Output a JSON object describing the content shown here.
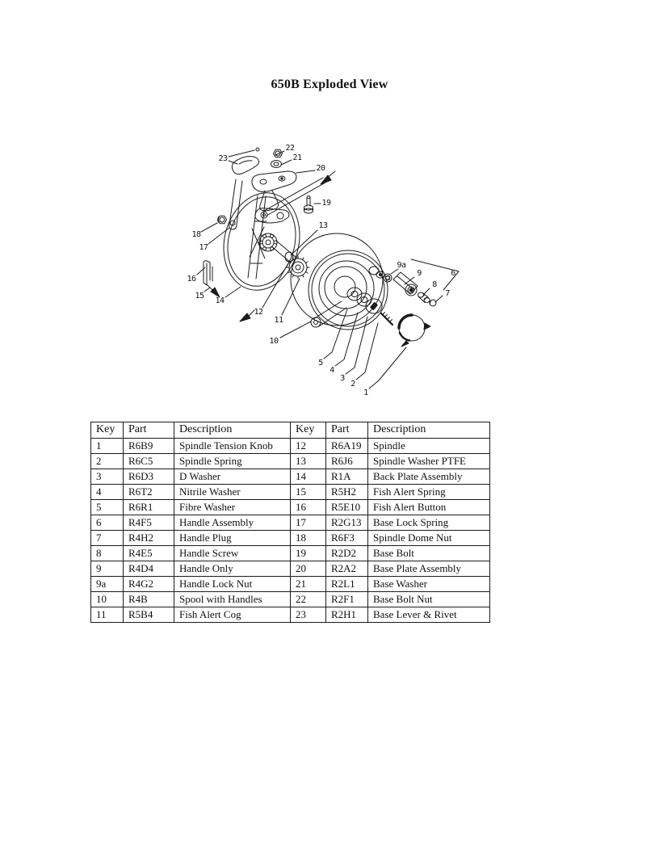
{
  "page": {
    "title": "650B Exploded View"
  },
  "diagram": {
    "description": "Exploded view line drawing of the 650B centrepin reel with numbered callouts",
    "callouts": [
      "1",
      "2",
      "3",
      "4",
      "5",
      "6",
      "7",
      "8",
      "9",
      "9a",
      "10",
      "11",
      "12",
      "13",
      "14",
      "15",
      "16",
      "17",
      "18",
      "19",
      "20",
      "21",
      "22",
      "23"
    ]
  },
  "table": {
    "headers": [
      "Key",
      "Part",
      "Description",
      "Key",
      "Part",
      "Description"
    ],
    "rows": [
      [
        "1",
        "R6B9",
        "Spindle Tension Knob",
        "12",
        "R6A19",
        "Spindle"
      ],
      [
        "2",
        "R6C5",
        "Spindle Spring",
        "13",
        "R6J6",
        "Spindle Washer PTFE"
      ],
      [
        "3",
        "R6D3",
        "D Washer",
        "14",
        "R1A",
        "Back Plate Assembly"
      ],
      [
        "4",
        "R6T2",
        "Nitrile Washer",
        "15",
        "R5H2",
        "Fish Alert Spring"
      ],
      [
        "5",
        "R6R1",
        "Fibre Washer",
        "16",
        "R5E10",
        "Fish Alert Button"
      ],
      [
        "6",
        "R4F5",
        "Handle Assembly",
        "17",
        "R2G13",
        "Base Lock Spring"
      ],
      [
        "7",
        "R4H2",
        "Handle Plug",
        "18",
        "R6F3",
        "Spindle Dome Nut"
      ],
      [
        "8",
        "R4E5",
        "Handle Screw",
        "19",
        "R2D2",
        "Base Bolt"
      ],
      [
        "9",
        "R4D4",
        "Handle Only",
        "20",
        "R2A2",
        "Base Plate Assembly"
      ],
      [
        "9a",
        "R4G2",
        "Handle Lock Nut",
        "21",
        "R2L1",
        "Base Washer"
      ],
      [
        "10",
        "R4B",
        "Spool with Handles",
        "22",
        "R2F1",
        "Base Bolt Nut"
      ],
      [
        "11",
        "R5B4",
        "Fish Alert Cog",
        "23",
        "R2H1",
        "Base Lever & Rivet"
      ]
    ]
  }
}
